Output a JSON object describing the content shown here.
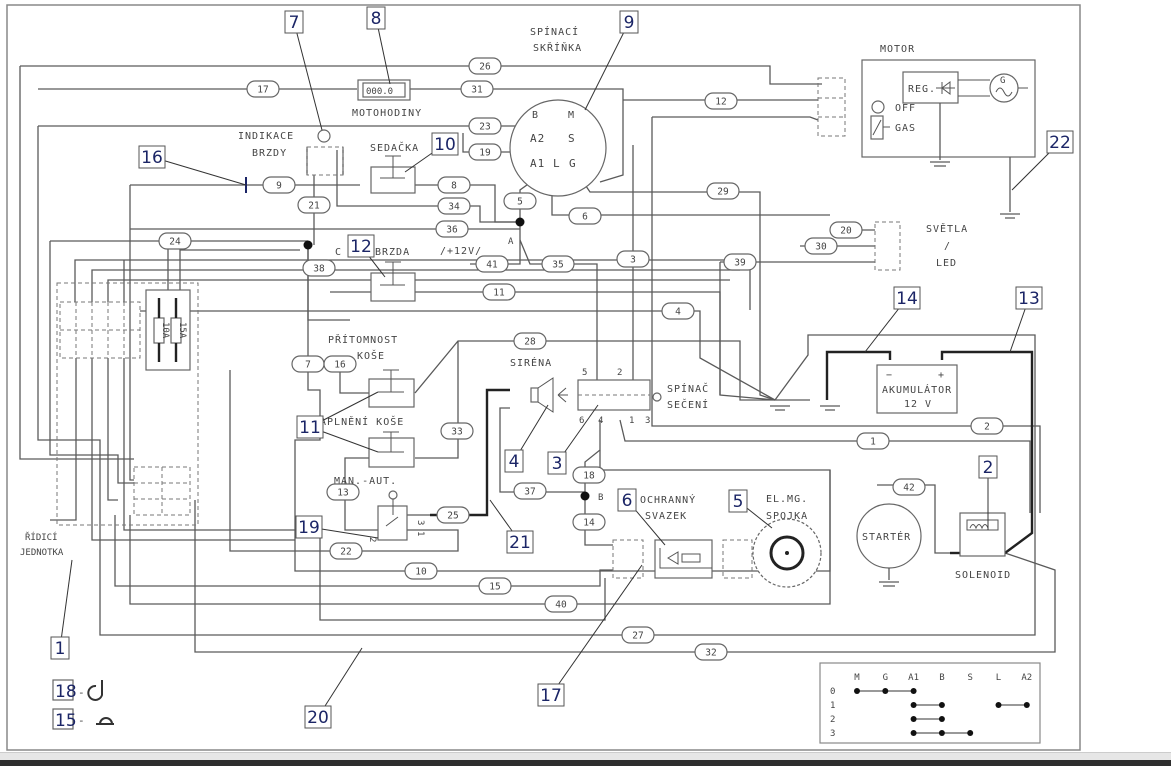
{
  "title_switchbox": [
    "SPÍNACÍ",
    "SKŘÍŇKA"
  ],
  "labels": {
    "motor": "MOTOR",
    "reg": "REG.",
    "generator": "G",
    "off": "OFF",
    "gas": "GAS",
    "motohodiny": "MOTOHODINY",
    "meter_display": "000.0",
    "indikace": "INDIKACE",
    "brzdy": "BRZDY",
    "sedacka": "SEDAČKA",
    "svetla": "SVĚTLA",
    "svetla_sep": "/",
    "led": "LED",
    "c": "C",
    "brzda": "BRZDA",
    "plus12v": "/+12V/",
    "a": "A",
    "b": "B",
    "pritomnost": "PŘÍTOMNOST",
    "kose": "KOŠE",
    "naplneni": "NAPLNĚNÍ KOŠE",
    "man_aut": "MAN.-AUT.",
    "sirena": "SIRÉNA",
    "spinac": "SPÍNAČ",
    "seceni": "SEČENÍ",
    "akumulator": "AKUMULÁTOR",
    "volt": "12 V",
    "minus": "−",
    "plus": "+",
    "ochranny": "OCHRANNÝ",
    "svazek": "SVAZEK",
    "elmg": "EL.MG.",
    "spojka": "SPOJKA",
    "starter": "STARTÉR",
    "solenoid": "SOLENOID",
    "ridici": "ŘÍDICÍ",
    "jednotka": "JEDNOTKA",
    "fuse1": "10A",
    "fuse2": "15A"
  },
  "ignition_terminals": {
    "B": "B",
    "M": "M",
    "A2": "A2",
    "S": "S",
    "A1": "A1",
    "L": "L",
    "G": "G"
  },
  "mower_switch_terminals": {
    "t5": "5",
    "t2": "2",
    "t6": "6",
    "t4": "4",
    "t1": "1",
    "t3": "3"
  },
  "man_aut_terminals": {
    "t3": "3",
    "t1": "1",
    "t2": "2"
  },
  "wires": [
    "26",
    "17",
    "31",
    "23",
    "19",
    "12",
    "9",
    "8",
    "5",
    "34",
    "6",
    "29",
    "21",
    "36",
    "24",
    "20",
    "30",
    "38",
    "41",
    "35",
    "3",
    "39",
    "11",
    "4",
    "28",
    "7",
    "16",
    "33",
    "13",
    "25",
    "37",
    "18",
    "14",
    "22",
    "10",
    "15",
    "40",
    "27",
    "32",
    "1",
    "2",
    "42"
  ],
  "callouts": [
    "1",
    "2",
    "3",
    "4",
    "5",
    "6",
    "7",
    "8",
    "9",
    "10",
    "11",
    "12",
    "13",
    "14",
    "15",
    "16",
    "17",
    "18",
    "19",
    "20",
    "21",
    "22"
  ],
  "legend": [
    {
      "number": "18",
      "sep": "-",
      "symbol": "wire-end-hook-icon"
    },
    {
      "number": "15",
      "sep": "-",
      "symbol": "wire-crossing-bump-icon"
    }
  ],
  "switch_table": {
    "columns": [
      "M",
      "G",
      "A1",
      "B",
      "S",
      "L",
      "A2"
    ],
    "rows": [
      {
        "position": "0",
        "connections": [
          [
            "M",
            "G",
            "A1"
          ]
        ]
      },
      {
        "position": "1",
        "connections": [
          [
            "A1",
            "B"
          ],
          [
            "L",
            "A2"
          ]
        ]
      },
      {
        "position": "2",
        "connections": [
          [
            "A1",
            "B"
          ]
        ]
      },
      {
        "position": "3",
        "connections": [
          [
            "A1",
            "B",
            "S"
          ]
        ]
      }
    ]
  }
}
